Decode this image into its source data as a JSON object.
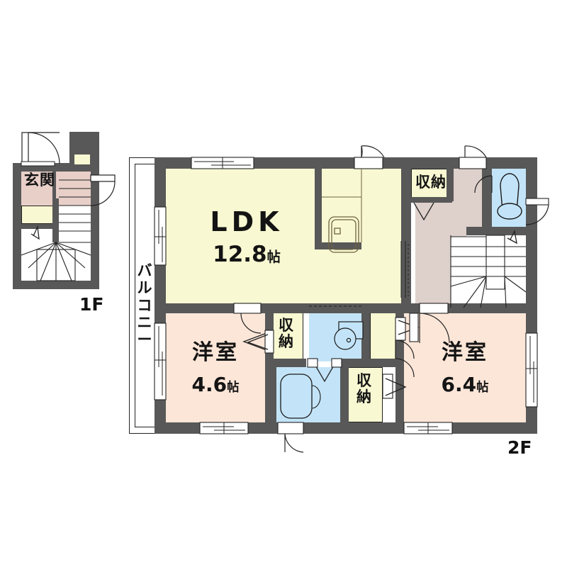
{
  "plan": {
    "title": "2-storey apartment floor plan",
    "floor_labels": {
      "first": "1F",
      "second": "2F"
    },
    "balcony_label_chars": [
      "バ",
      "ル",
      "コ",
      "ニ",
      "ー"
    ],
    "colors": {
      "wall": "#585858",
      "ldk_fill": "#f8f8d2",
      "room_fill": "#fce6d8",
      "hall_fill": "#ded0cb",
      "water_fill": "#c3e4f8",
      "closet_fill": "#f8f8d2",
      "genkan_fill": "#e8cfc8",
      "line": "#222222",
      "white": "#ffffff"
    }
  },
  "floor1": {
    "label": "1F",
    "rooms": [
      {
        "name": "genkan",
        "label": "玄関"
      }
    ]
  },
  "floor2": {
    "label": "2F",
    "rooms": [
      {
        "name": "ldk",
        "label": "LDK",
        "area": "12.8",
        "unit": "帖"
      },
      {
        "name": "bedroom1",
        "label": "洋室",
        "area": "4.6",
        "unit": "帖"
      },
      {
        "name": "bedroom2",
        "label": "洋室",
        "area": "6.4",
        "unit": "帖"
      }
    ],
    "closets": [
      {
        "name": "closet-top",
        "label": "収納"
      },
      {
        "name": "closet-center",
        "label": "収納"
      },
      {
        "name": "closet-lower",
        "label": "収納"
      }
    ],
    "balcony": {
      "label": "バルコニー"
    }
  }
}
